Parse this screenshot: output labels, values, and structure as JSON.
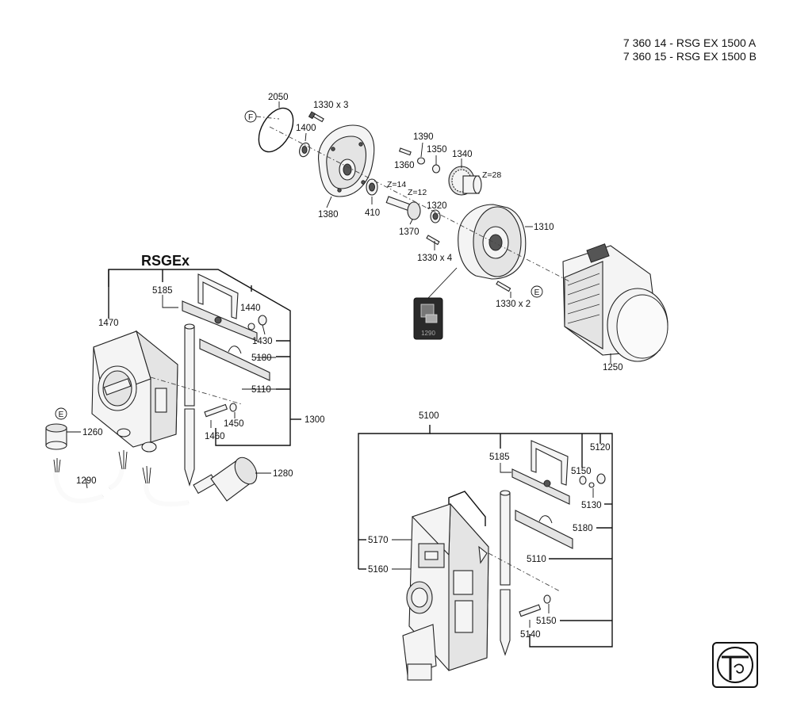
{
  "header": {
    "line1": "7 360 14 - RSG EX 1500 A",
    "line2": "7 360 15 - RSG EX 1500 B"
  },
  "section_title": "RSGEx",
  "markers": {
    "f": "F",
    "e_motor": "E",
    "e_box": "E"
  },
  "badge_label": "1290",
  "labels": {
    "p2050": "2050",
    "p1330x3": "1330",
    "x3": "x 3",
    "p1400": "1400",
    "p1380": "1380",
    "p410": "410",
    "z14": "Z=14",
    "z12": "Z=12",
    "p1370": "1370",
    "p1320": "1320",
    "p1390": "1390",
    "p1350": "1350",
    "p1360": "1360",
    "p1340": "1340",
    "z28": "Z=28",
    "p1310": "1310",
    "p1330x4": "1330 x 4",
    "p1330x2": "1330 x 2",
    "p1250": "1250",
    "p5185a": "5185",
    "p1470": "1470",
    "p1440": "1440",
    "p1430": "1430",
    "p5180a": "5180",
    "p5110a": "5110",
    "p1450": "1450",
    "p1460": "1460",
    "p1300": "1300",
    "p1260": "1260",
    "p1290": "1290",
    "p1280": "1280",
    "p5100": "5100",
    "p5185b": "5185",
    "p5150a": "5150",
    "p5120": "5120",
    "p5130": "5130",
    "p5180b": "5180",
    "p5170": "5170",
    "p5110b": "5110",
    "p5160": "5160",
    "p5140": "5140",
    "p5150b": "5150"
  },
  "colors": {
    "line": "#111111",
    "part_fill": "#f4f4f4",
    "part_shade": "#e4e4e4"
  },
  "logo": {
    "icon": "fein-logo-icon"
  }
}
